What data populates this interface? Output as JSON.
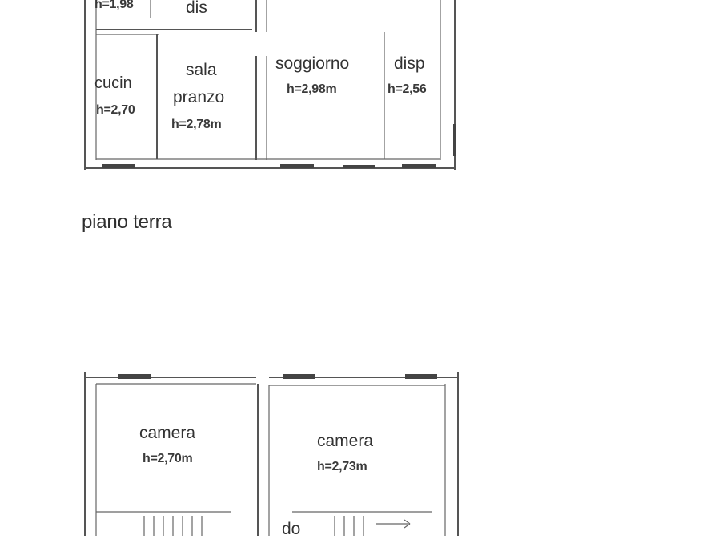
{
  "floor_ground": {
    "title": "piano terra",
    "rooms": [
      {
        "id": "top-left",
        "name": "",
        "height": "h=1,98"
      },
      {
        "id": "dis",
        "name": "dis",
        "height": ""
      },
      {
        "id": "cucina",
        "name": "cucin",
        "height": "h=2,70"
      },
      {
        "id": "sala-pranzo",
        "name": "sala",
        "name2": "pranzo",
        "height": "h=2,78m"
      },
      {
        "id": "soggiorno",
        "name": "soggiorno",
        "height": "h=2,98m"
      },
      {
        "id": "disp",
        "name": "disp",
        "height": "h=2,56"
      }
    ]
  },
  "floor_upper": {
    "rooms": [
      {
        "id": "camera-1",
        "name": "camera",
        "height": "h=2,70m"
      },
      {
        "id": "camera-2",
        "name": "camera",
        "height": "h=2,73m"
      },
      {
        "id": "doccia",
        "name": "do",
        "height": ""
      }
    ]
  }
}
